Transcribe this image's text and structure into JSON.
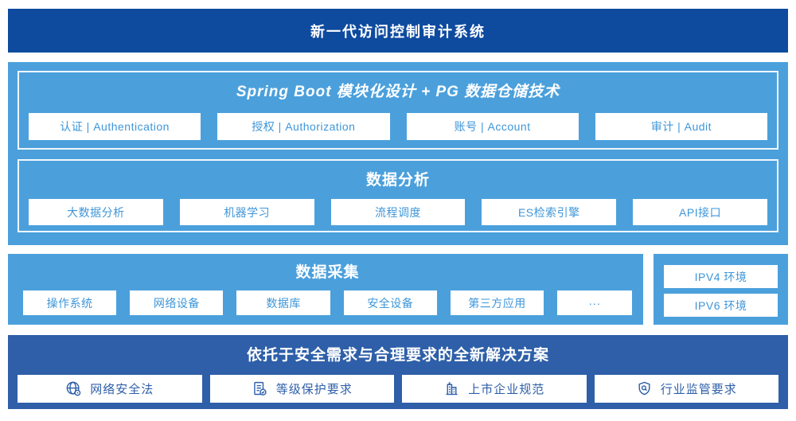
{
  "banner": {
    "title": "新一代访问控制审计系统"
  },
  "platform": {
    "spring": {
      "title": "Spring Boot 模块化设计 + PG 数据仓储技术",
      "modules": [
        "认证 | Authentication",
        "授权 | Authorization",
        "账号 | Account",
        "审计 | Audit"
      ]
    },
    "analysis": {
      "title": "数据分析",
      "modules": [
        "大数据分析",
        "机器学习",
        "流程调度",
        "ES检索引擎",
        "API接口"
      ]
    }
  },
  "collection": {
    "title": "数据采集",
    "sources": [
      "操作系统",
      "网络设备",
      "数据库",
      "安全设备",
      "第三方应用",
      "···"
    ],
    "environments": [
      "IPV4 环境",
      "IPV6 环境"
    ]
  },
  "solution": {
    "title": "依托于安全需求与合理要求的全新解决方案",
    "items": [
      {
        "icon": "globe-icon",
        "label": "网络安全法"
      },
      {
        "icon": "checklist-doc-icon",
        "label": "等级保护要求"
      },
      {
        "icon": "buildings-icon",
        "label": "上市企业规范"
      },
      {
        "icon": "shield-search-icon",
        "label": "行业监管要求"
      }
    ]
  },
  "colors": {
    "banner_bg": "#0E4B9F",
    "section_bg": "#4BA0DC",
    "solution_bg": "#2E5FA8",
    "box_text": "#3E96D9",
    "solution_text": "#2E5FA8",
    "box_bg": "#FFFFFF"
  }
}
